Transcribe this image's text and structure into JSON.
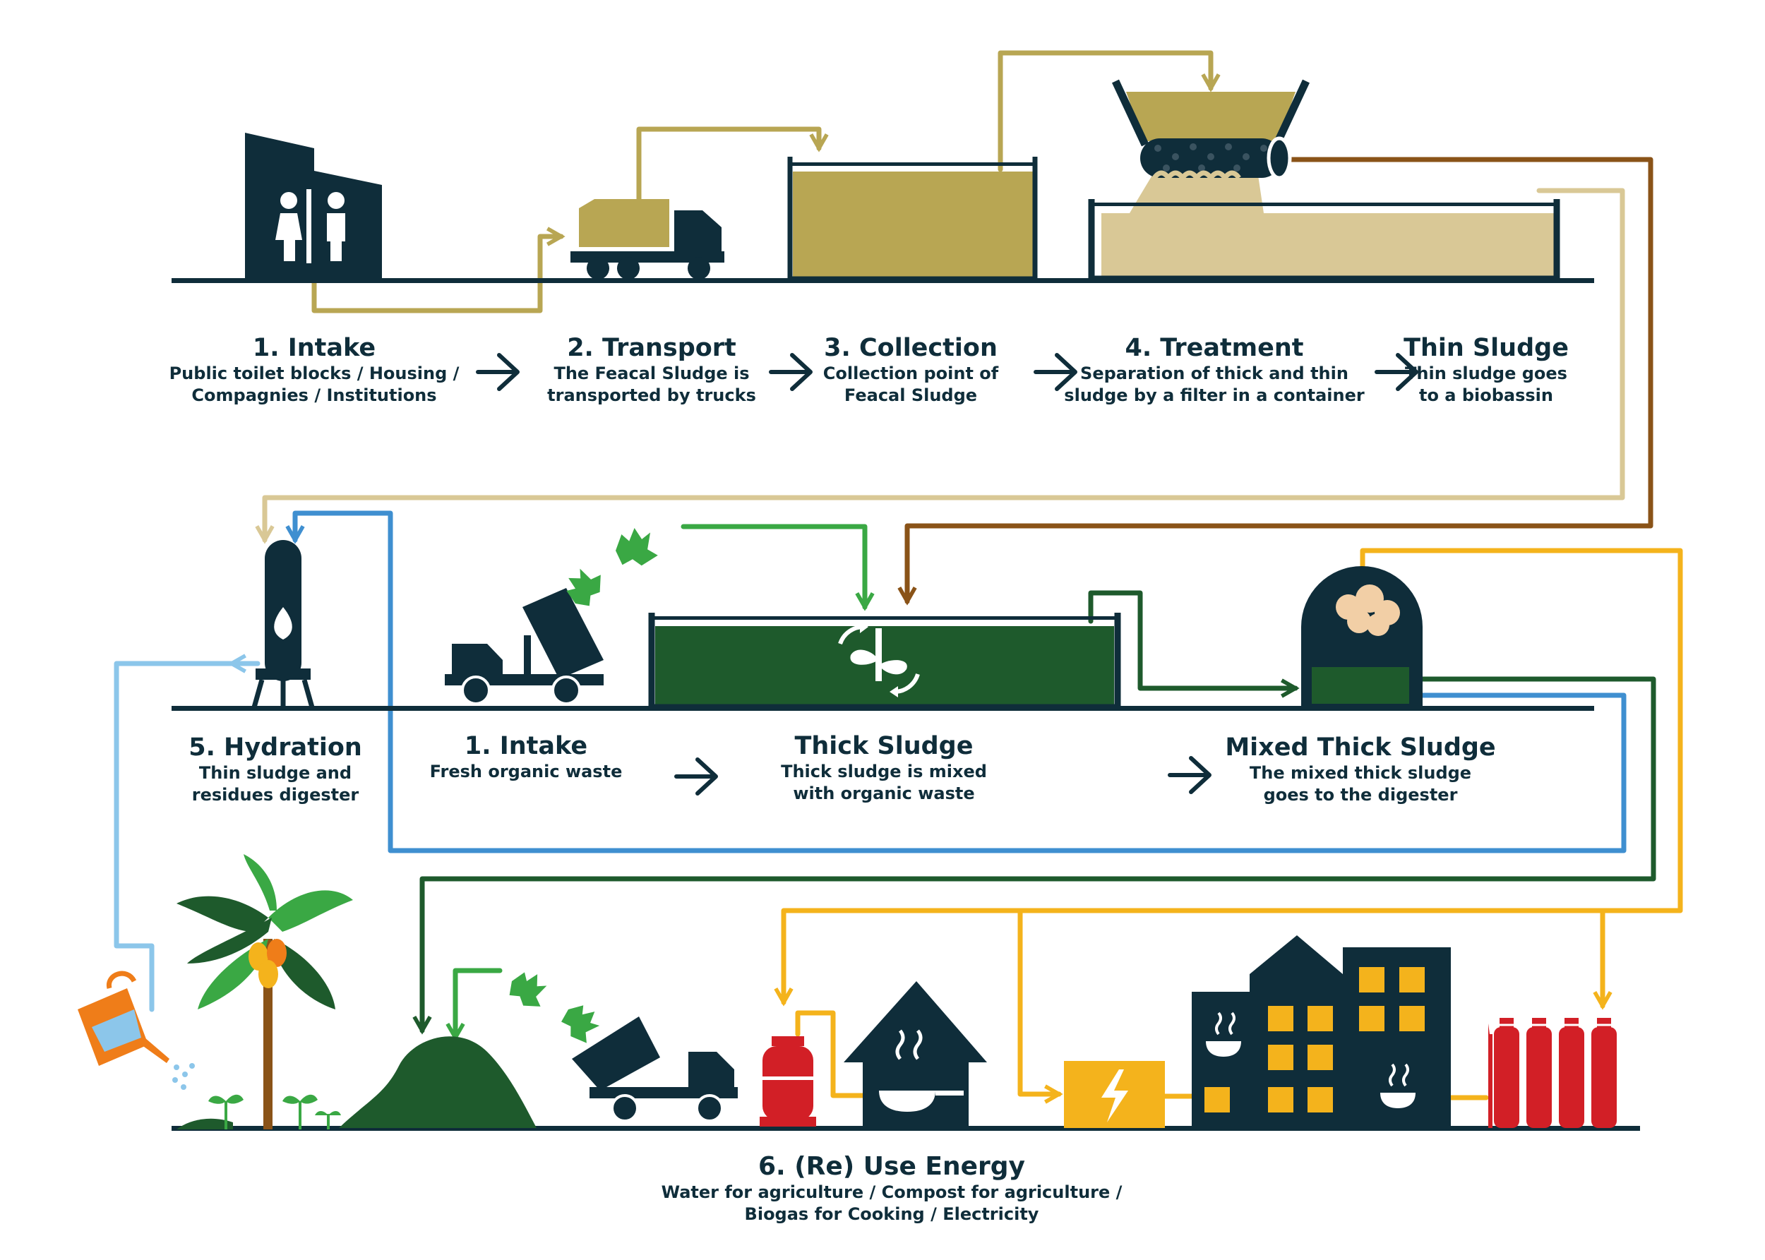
{
  "colors": {
    "navy": "#0f2d3a",
    "olive": "#b8a653",
    "sand": "#d9c896",
    "brown": "#8a5318",
    "green_light": "#3aa844",
    "green_dark": "#1e5a2c",
    "blue": "#3f8fd0",
    "blue_light": "#8cc6ea",
    "yellow": "#f4b31c",
    "red": "#d21f26",
    "orange": "#ef7d19"
  },
  "icons": [
    "toilet-block-icon",
    "truck-icon",
    "tank-icon",
    "filter-drum-icon",
    "digester-icon",
    "tipper-truck-icon",
    "mixer-icon",
    "leaf-icon",
    "papaya-tree-icon",
    "watering-can-icon",
    "compost-heap-icon",
    "gas-cylinder-icon",
    "house-icon",
    "pan-icon",
    "electricity-icon",
    "building-icon",
    "gas-bottles-icon",
    "arrow-right-icon",
    "flame-icon"
  ],
  "row1": {
    "intake": {
      "title": "1. Intake",
      "desc": [
        "Public toilet blocks / Housing /",
        "Compagnies / Institutions"
      ]
    },
    "transport": {
      "title": "2. Transport",
      "desc": [
        "The Feacal Sludge is",
        "transported by trucks"
      ]
    },
    "collection": {
      "title": "3. Collection",
      "desc": [
        "Collection point of",
        "Feacal Sludge"
      ]
    },
    "treatment": {
      "title": "4. Treatment",
      "desc": [
        "Separation of thick and thin",
        "sludge by a filter in a container"
      ]
    },
    "thin": {
      "title": "Thin Sludge",
      "desc": [
        "Thin sludge goes",
        "to a biobassin"
      ]
    }
  },
  "row2": {
    "hydration": {
      "title": "5. Hydration",
      "desc": [
        "Thin sludge and",
        "residues digester"
      ]
    },
    "intake": {
      "title": "1. Intake",
      "desc": [
        "Fresh organic waste"
      ]
    },
    "thick": {
      "title": "Thick Sludge",
      "desc": [
        "Thick sludge is mixed",
        "with organic waste"
      ]
    },
    "mixed": {
      "title": "Mixed Thick Sludge",
      "desc": [
        "The mixed thick sludge",
        "goes to the digester"
      ]
    }
  },
  "row3": {
    "reuse": {
      "title": "6. (Re) Use Energy",
      "desc": [
        "Water for agriculture / Compost for agriculture /",
        "Biogas for Cooking / Electricity"
      ]
    }
  }
}
